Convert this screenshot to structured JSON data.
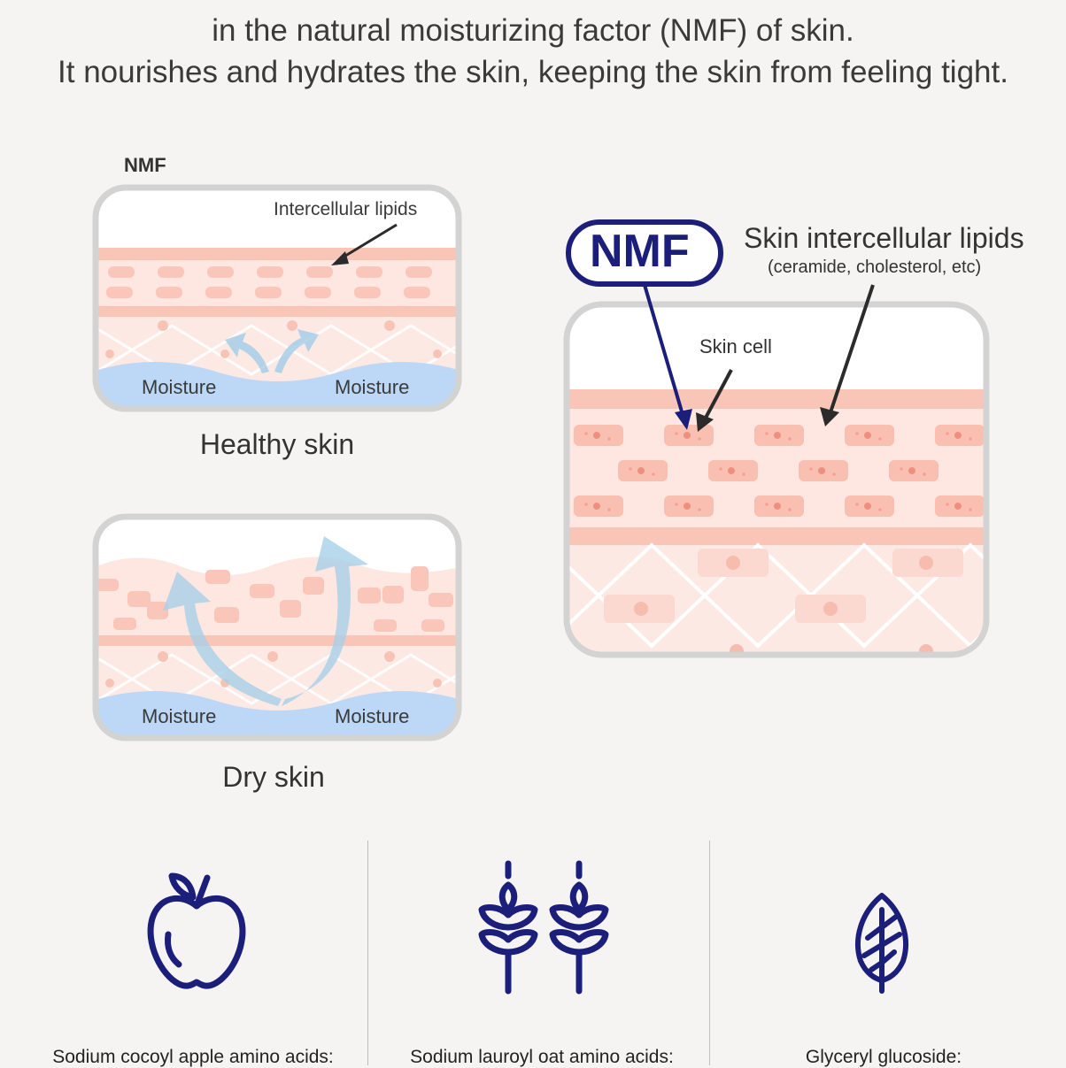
{
  "intro": {
    "line1": "in the natural moisturizing factor (NMF) of skin.",
    "line2": "It nourishes and hydrates the skin, keeping the skin from feeling tight."
  },
  "healthy": {
    "nmf_label": "NMF",
    "lipids_label": "Intercellular lipids",
    "moisture_left": "Moisture",
    "moisture_right": "Moisture",
    "caption": "Healthy skin"
  },
  "dry": {
    "moisture_left": "Moisture",
    "moisture_right": "Moisture",
    "caption": "Dry skin"
  },
  "detail": {
    "nmf_badge": "NMF",
    "lipids_title": "Skin intercellular lipids",
    "lipids_sub": "(ceramide, cholesterol, etc)",
    "cell_label": "Skin cell"
  },
  "ingredients": [
    {
      "icon": "apple-icon",
      "label": "Sodium cocoyl apple amino acids:"
    },
    {
      "icon": "wheat-icon",
      "label": "Sodium lauroyl oat amino acids:"
    },
    {
      "icon": "leaf-icon",
      "label": "Glyceryl glucoside:"
    }
  ],
  "colors": {
    "background": "#f5f4f2",
    "navy": "#1b1f7a",
    "skin_pink": "#f9c9bd",
    "moisture_blue": "#b8d6f5"
  }
}
